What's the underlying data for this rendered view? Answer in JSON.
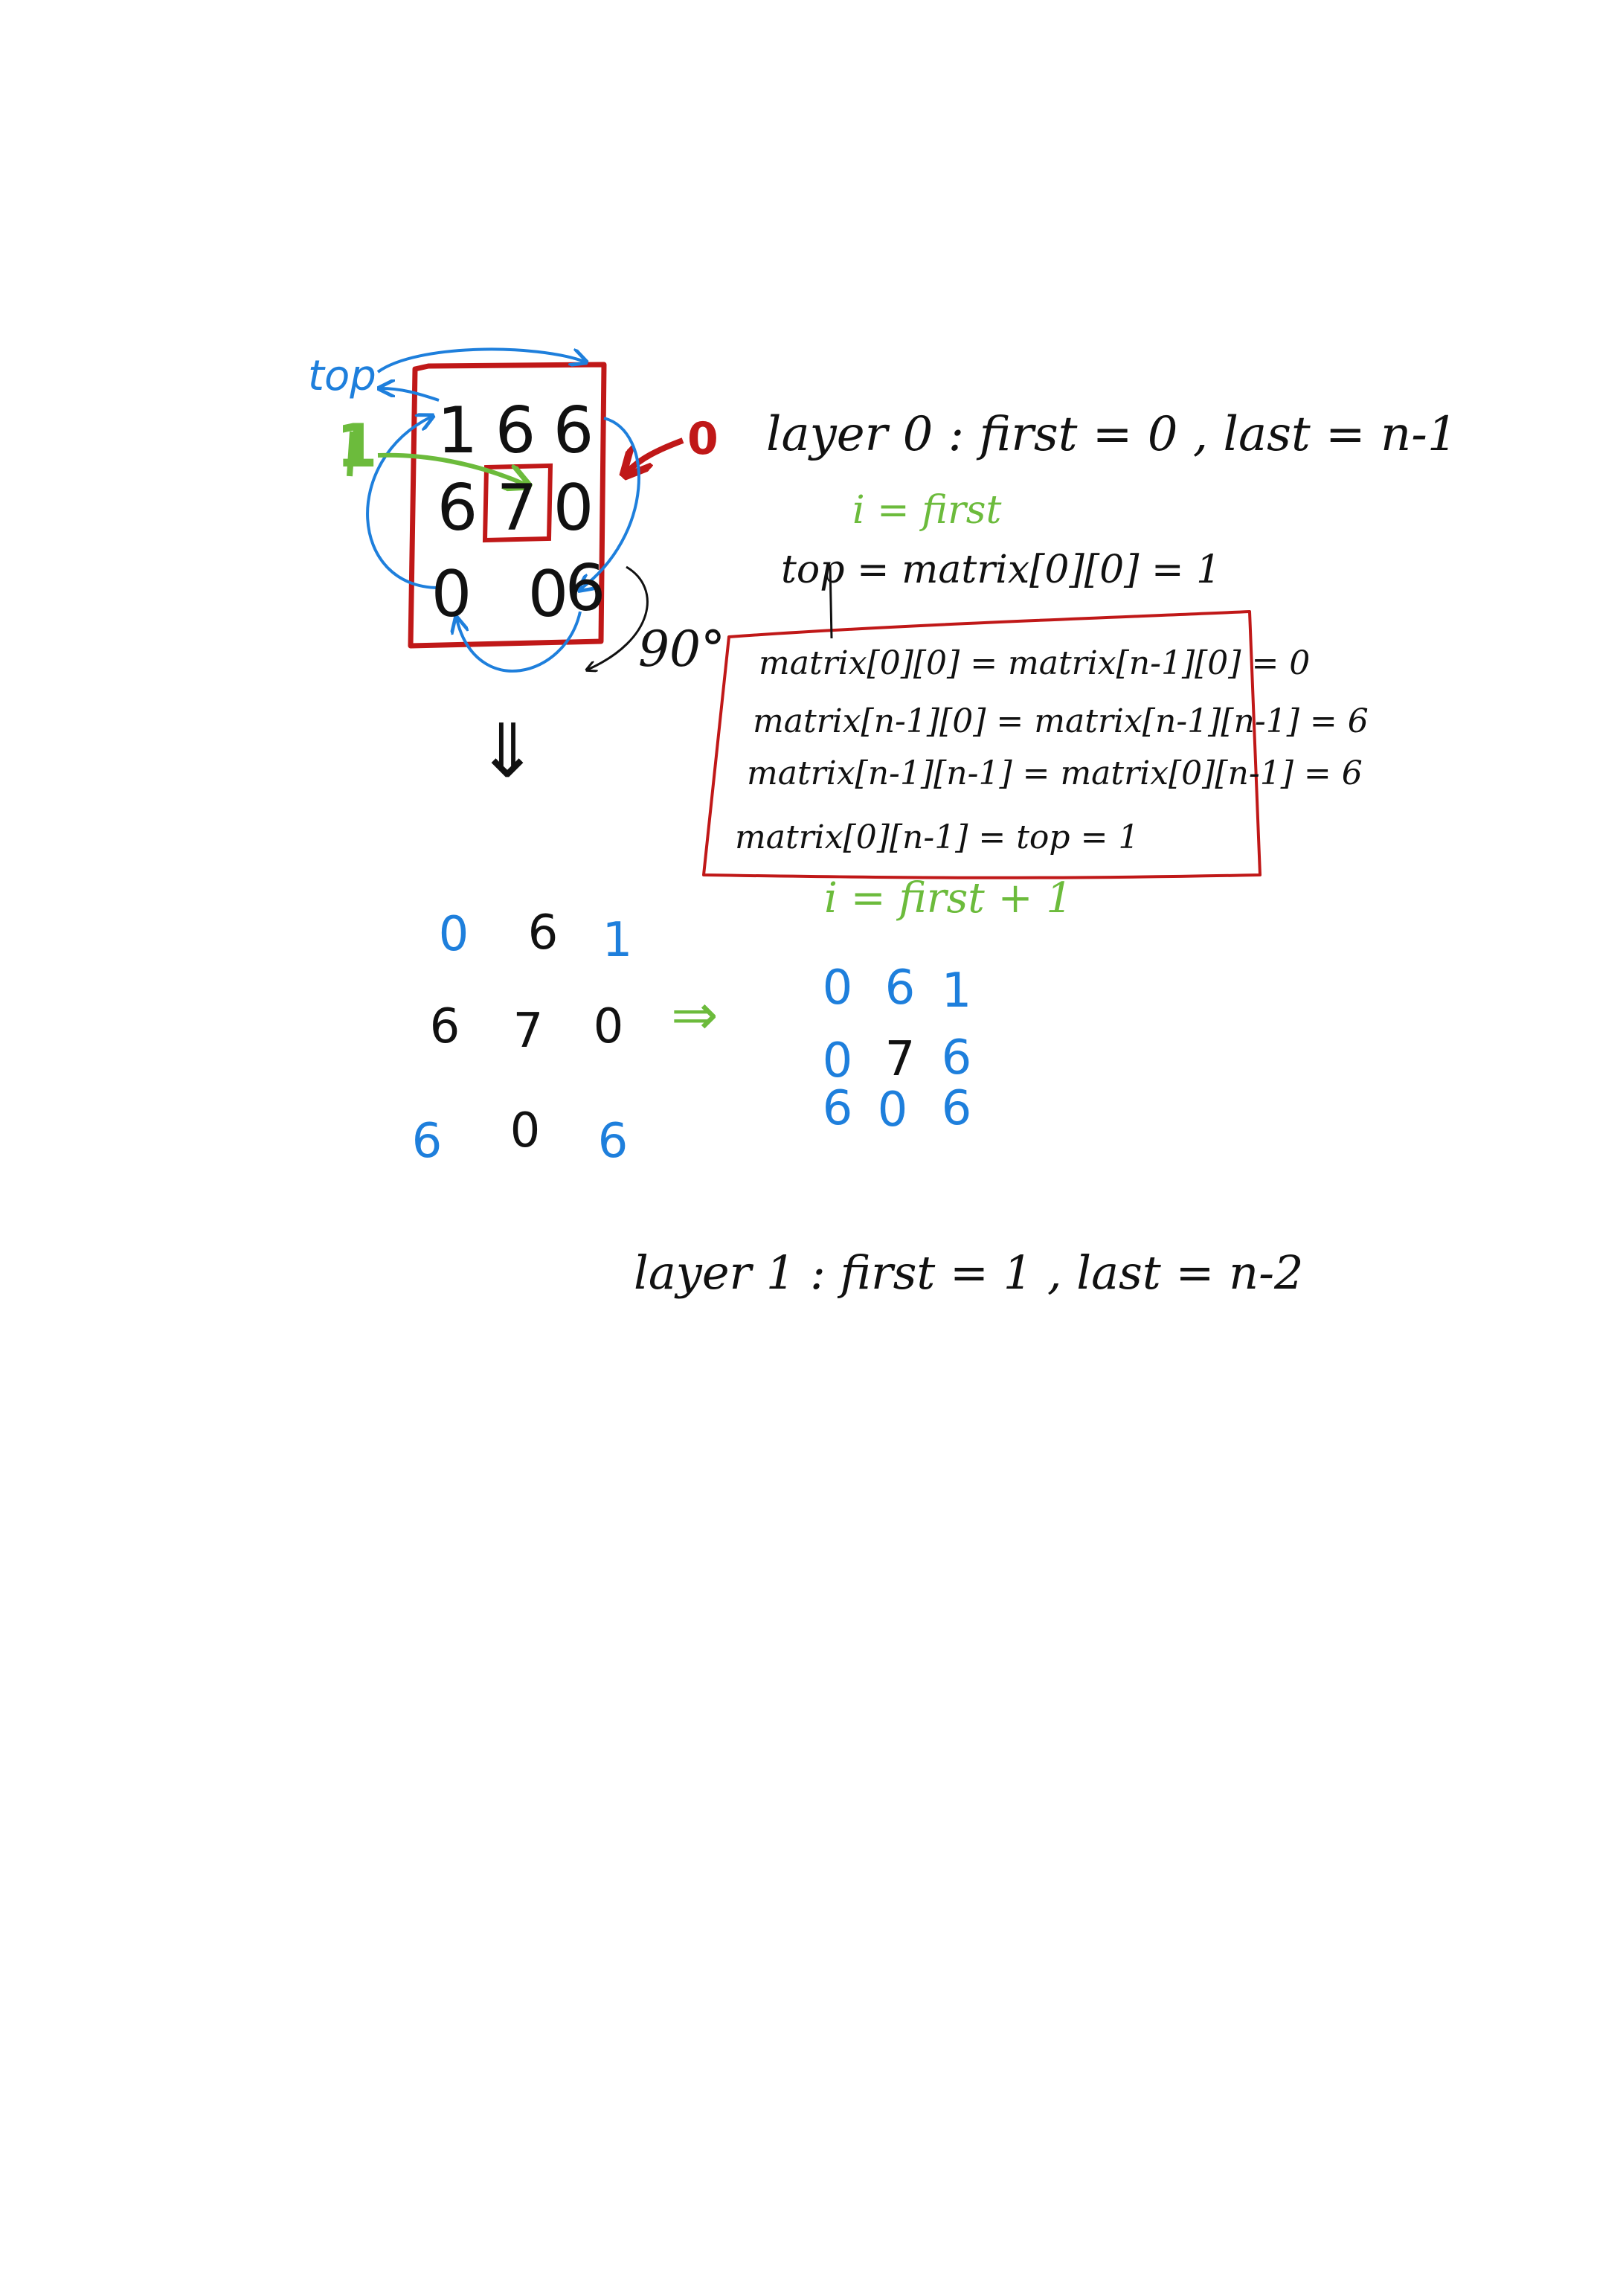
{
  "colors": {
    "ink": "#111111",
    "red": "#c01818",
    "blue": "#1e7fdc",
    "green": "#6cbb3c"
  },
  "matrix": {
    "original": [
      [
        "1",
        "6",
        "6"
      ],
      [
        "6",
        "7",
        "0"
      ],
      [
        "0",
        "0",
        "6"
      ]
    ],
    "label_top": "top",
    "label_index": "1",
    "label_layer0_marker": "0",
    "rotation_label": "90°",
    "down_arrow": "⇓"
  },
  "after_first": [
    [
      "0",
      "6",
      "1"
    ],
    [
      "6",
      "7",
      "0"
    ],
    [
      "6",
      "0",
      "6"
    ]
  ],
  "after_second": [
    [
      "0",
      "6",
      "1"
    ],
    [
      "0",
      "7",
      "6"
    ],
    [
      "6",
      "0",
      "6"
    ]
  ],
  "right_arrow": "⇒",
  "notes": {
    "layer0": "layer 0 :  first = 0  ,  last = n-1",
    "i_first": "i = first",
    "top_assign": "top = matrix[0][0] = 1",
    "steps": [
      "matrix[0][0] = matrix[n-1][0]  = 0",
      "matrix[n-1][0] = matrix[n-1][n-1]  = 6",
      "matrix[n-1][n-1] = matrix[0][n-1]  = 6",
      "matrix[0][n-1] = top  = 1"
    ],
    "i_next": "i = first + 1",
    "layer1": "layer 1 :  first = 1  ,  last = n-2"
  }
}
